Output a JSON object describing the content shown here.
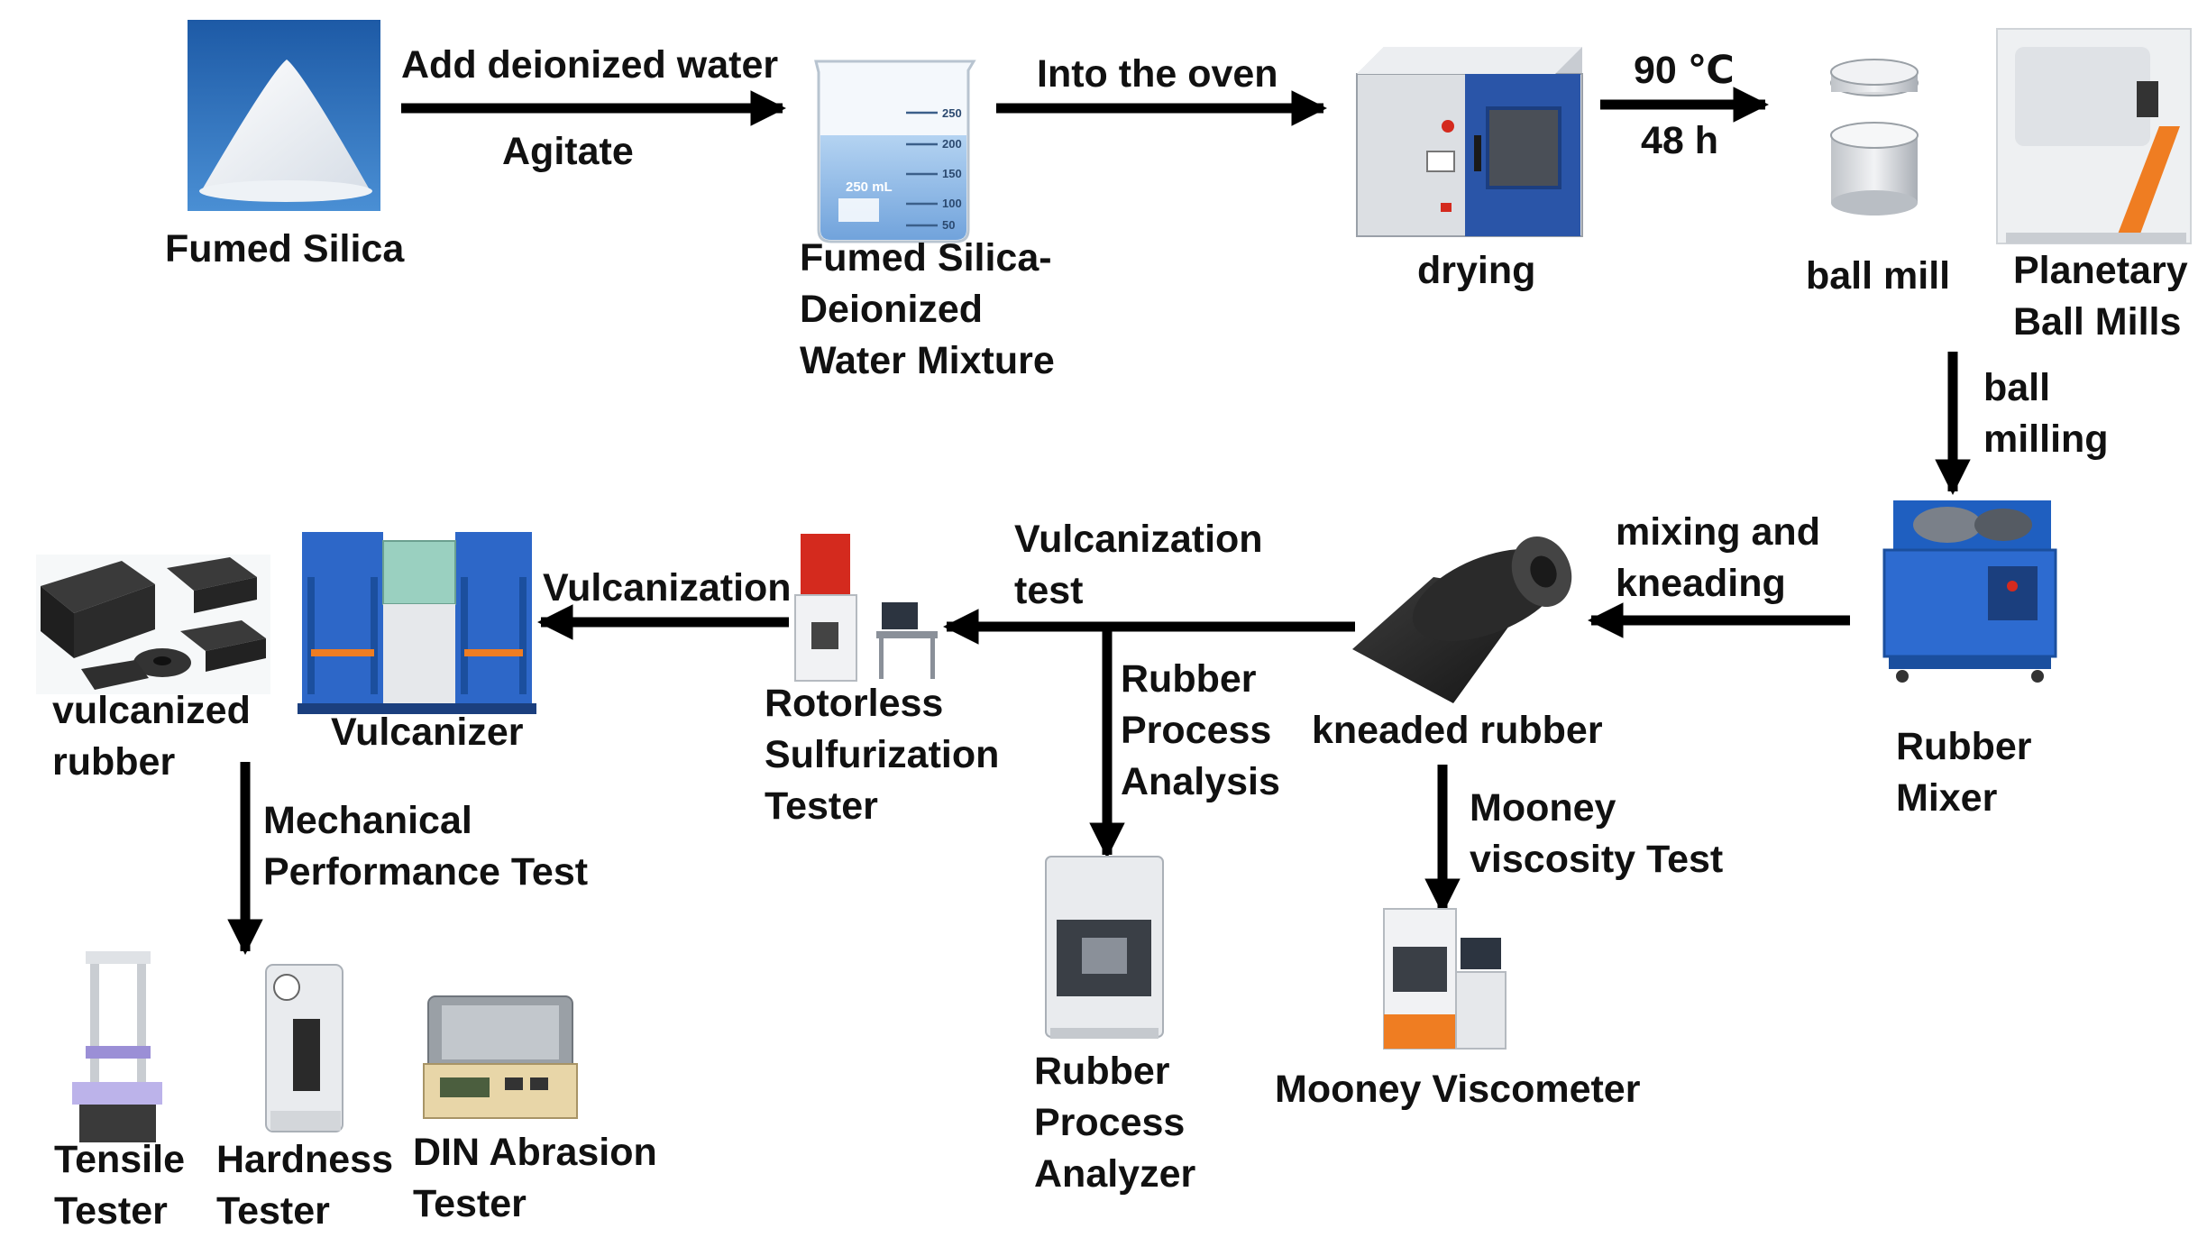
{
  "nodes": {
    "fumed_silica": "Fumed Silica",
    "mixture": "Fumed Silica-\nDeionized\nWater Mixture",
    "drying": "drying",
    "ball_mill": "ball mill",
    "planetary": "Planetary\nBall Mills",
    "rubber_mixer": "Rubber\nMixer",
    "kneaded_rubber": "kneaded rubber",
    "rotorless": "Rotorless\nSulfurization\nTester",
    "vulcanizer": "Vulcanizer",
    "vulcanized_rubber": "vulcanized\nrubber",
    "rpa": "Rubber\nProcess\nAnalyzer",
    "mooney_viscometer": "Mooney Viscometer",
    "tensile": "Tensile\nTester",
    "hardness": "Hardness\nTester",
    "din": "DIN Abrasion\nTester"
  },
  "steps": {
    "add_water": "Add deionized water",
    "agitate": "Agitate",
    "into_oven": "Into the oven",
    "temp": "90 ℃",
    "time": "48 h",
    "ball_milling": "ball\nmilling",
    "mixing": "mixing and\nkneading",
    "vulc_test": "Vulcanization\ntest",
    "rpa_step": "Rubber\nProcess\nAnalysis",
    "mooney_test": "Mooney\nviscosity Test",
    "vulcanization": "Vulcanization",
    "mech_test": "Mechanical\nPerformance Test"
  },
  "image_text": {
    "beaker_volume": "250 mL",
    "beaker_ticks": [
      "250",
      "200",
      "150",
      "100",
      "50"
    ]
  },
  "colors": {
    "arrow": "#000000",
    "text": "#111111",
    "silica_bg": "#2f6fb5",
    "oven_door": "#2a55a8",
    "mixer_blue": "#1f5fc0",
    "vulcanizer_blue": "#2d67c8",
    "rubber_dark": "#2a2a2a",
    "orange": "#ef7d22",
    "red_unit": "#d42a1e"
  }
}
